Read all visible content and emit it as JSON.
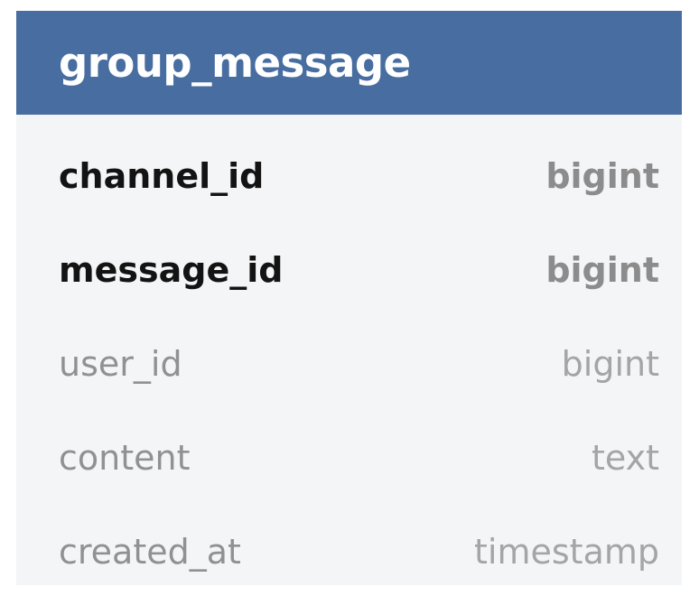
{
  "card": {
    "title": "group_message",
    "header_color": "#486da0",
    "header_text_color": "#ffffff",
    "body_color": "#f4f5f6",
    "key_name_color": "#131313",
    "key_type_color": "#8c8c8c",
    "plain_name_color": "#8f9193",
    "plain_type_color": "#a3a5a7",
    "attributes": [
      {
        "name": "channel_id",
        "type": "bigint",
        "key": true
      },
      {
        "name": "message_id",
        "type": "bigint",
        "key": true
      },
      {
        "name": "user_id",
        "type": "bigint",
        "key": false
      },
      {
        "name": "content",
        "type": "text",
        "key": false
      },
      {
        "name": "created_at",
        "type": "timestamp",
        "key": false
      }
    ]
  }
}
